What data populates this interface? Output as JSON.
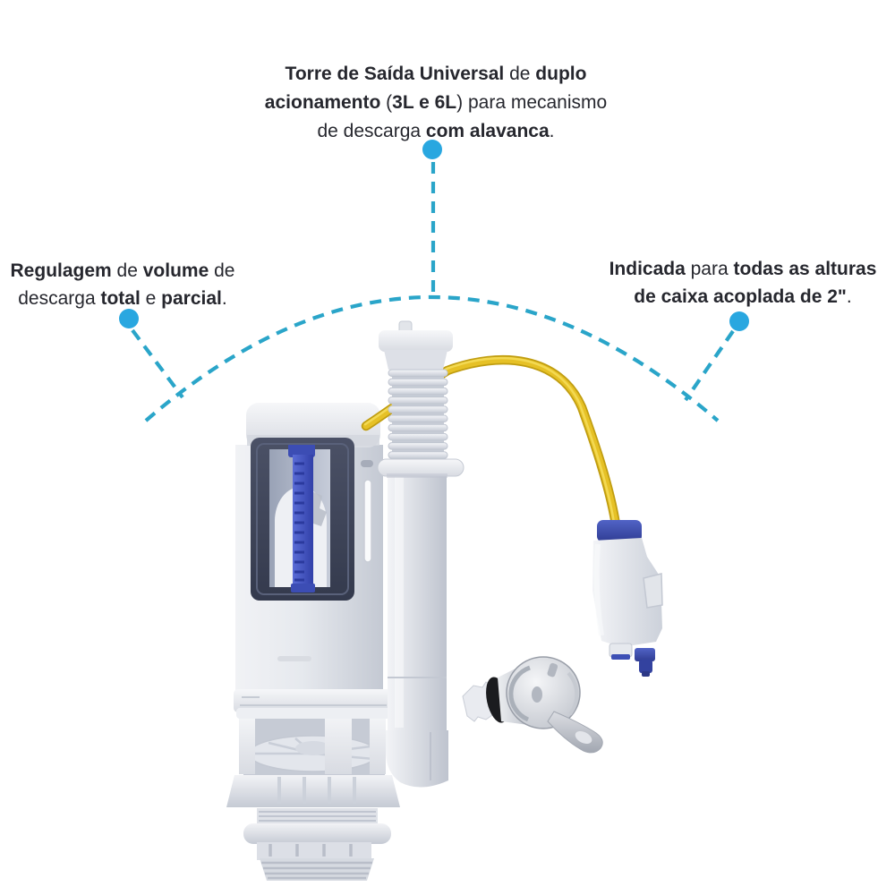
{
  "page": {
    "background": "#ffffff",
    "description_tag": "product-callout-infographic"
  },
  "colors": {
    "background": "#ffffff",
    "text": "#26272e",
    "dot": "#29a7e0",
    "dash": "#2aa5c9",
    "cable_yellow": "#e6c126",
    "component_blue": "#3e51b8",
    "plastic_grey": "#e8eaef"
  },
  "annotations": {
    "top": {
      "lines": [
        [
          {
            "t": "Torre de Saída Universal",
            "b": true
          },
          {
            "t": " de ",
            "b": false
          },
          {
            "t": "duplo",
            "b": true
          }
        ],
        [
          {
            "t": "acionamento",
            "b": true
          },
          {
            "t": " (",
            "b": false
          },
          {
            "t": "3L e 6L",
            "b": true
          },
          {
            "t": ") para mecanismo",
            "b": false
          }
        ],
        [
          {
            "t": "de descarga ",
            "b": false
          },
          {
            "t": "com alavanca",
            "b": true
          },
          {
            "t": ".",
            "b": false
          }
        ]
      ]
    },
    "left": {
      "lines": [
        [
          {
            "t": "Regulagem",
            "b": true
          },
          {
            "t": " de ",
            "b": false
          },
          {
            "t": "volume",
            "b": true
          },
          {
            "t": " de",
            "b": false
          }
        ],
        [
          {
            "t": "descarga ",
            "b": false
          },
          {
            "t": "total",
            "b": true
          },
          {
            "t": " e ",
            "b": false
          },
          {
            "t": "parcial",
            "b": true
          },
          {
            "t": ".",
            "b": false
          }
        ]
      ]
    },
    "right": {
      "lines": [
        [
          {
            "t": "Indicada",
            "b": true
          },
          {
            "t": " para ",
            "b": false
          },
          {
            "t": "todas as alturas",
            "b": true
          }
        ],
        [
          {
            "t": "de caixa acoplada de 2\"",
            "b": true
          },
          {
            "t": ".",
            "b": false
          }
        ]
      ]
    }
  },
  "product": {
    "parts": [
      "flush-valve-tower",
      "volume-sight-window",
      "blue-adjustment-rack",
      "tower-base-frame",
      "base-flange",
      "threaded-outlet",
      "corrugated-overflow-tube",
      "overflow-standpipe",
      "yellow-pull-cable",
      "cable-actuator-unit",
      "actuator-blue-plungers",
      "chrome-flush-lever"
    ]
  }
}
